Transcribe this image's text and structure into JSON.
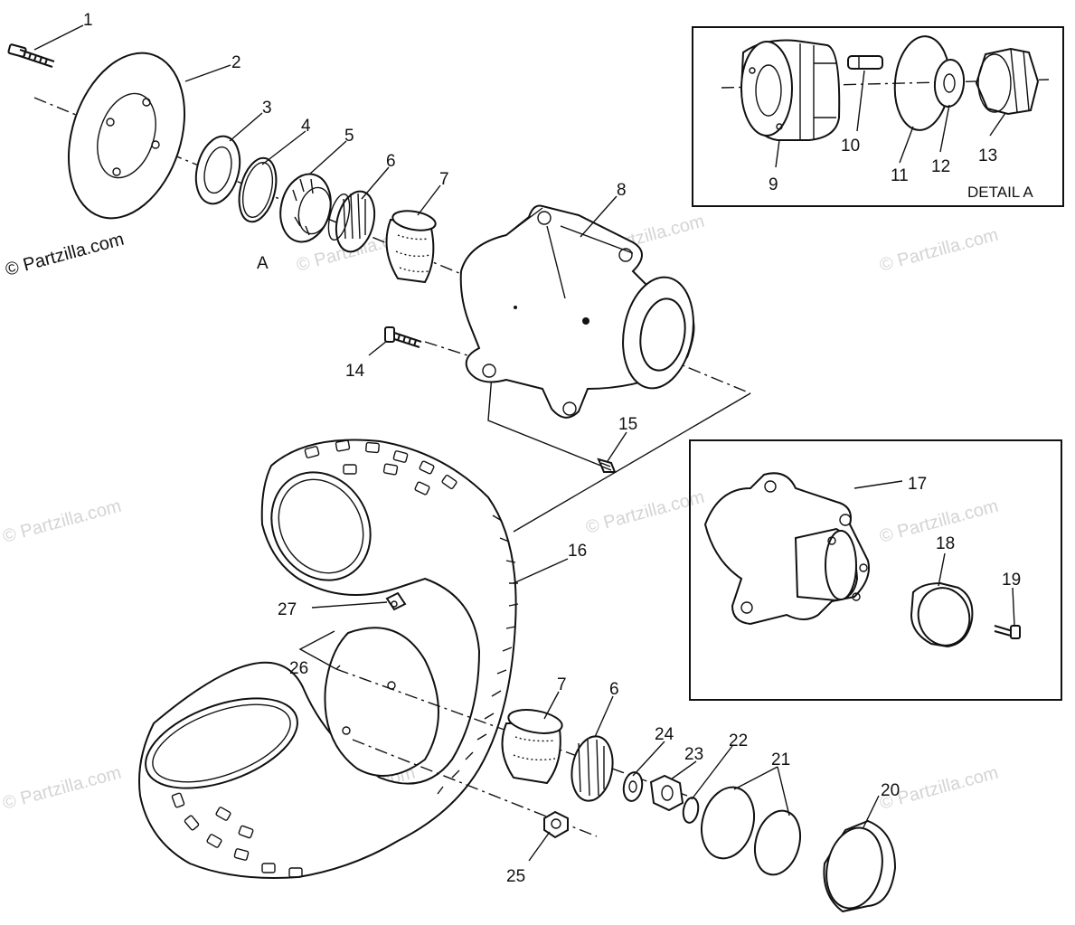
{
  "copyright": "© Partzilla.com",
  "watermark": "© Partzilla.com",
  "detail_title": "DETAIL A",
  "sub_label": "A",
  "callouts": {
    "c1": "1",
    "c2": "2",
    "c3": "3",
    "c4": "4",
    "c5": "5",
    "c6": "6",
    "c7": "7",
    "c8": "8",
    "c9": "9",
    "c10": "10",
    "c11": "11",
    "c12": "12",
    "c13": "13",
    "c14": "14",
    "c15": "15",
    "c16": "16",
    "c17": "17",
    "c18": "18",
    "c19": "19",
    "c20": "20",
    "c21": "21",
    "c22": "22",
    "c23": "23",
    "c24": "24",
    "c25": "25",
    "c26": "26",
    "c27": "27",
    "c6b": "6",
    "c7b": "7"
  }
}
